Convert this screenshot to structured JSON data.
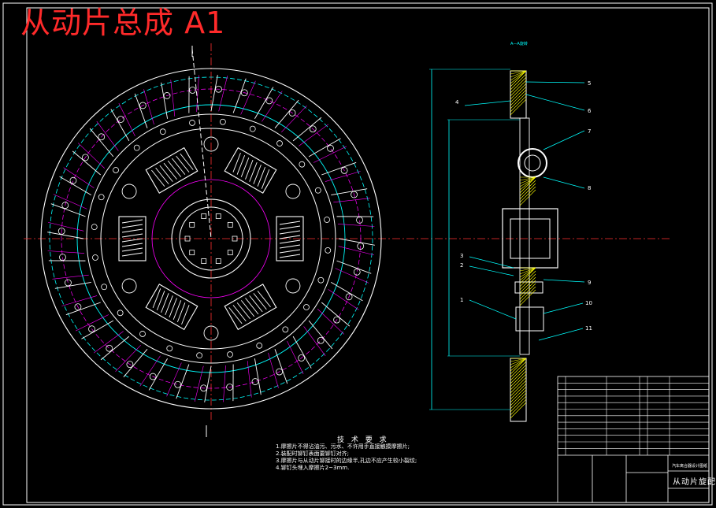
{
  "title": "从动片总成 A1",
  "section_label": "A—A旋转",
  "tech_requirements": {
    "heading": "技 术 要 求",
    "items": [
      "1.摩擦片不得沾油污、污水、不许用手直接触摸摩擦片;",
      "2.装配时铆钉表面要铆钉对齐;",
      "3.摩擦片与从动片铆接时的边缘半,孔边不应产生较小裂纹;",
      "4.铆钉头埋入摩擦片2~3mm."
    ]
  },
  "title_block": {
    "drawing_name": "从动片旋配",
    "subtitle": "汽车离合器设计图纸"
  },
  "part_labels": [
    "5",
    "6",
    "4",
    "7",
    "8",
    "3",
    "2",
    "9",
    "1",
    "10",
    "11"
  ],
  "colors": {
    "background": "#000000",
    "outline": "#ffffff",
    "pitch": "#00ffff",
    "construction": "#ff00ff",
    "centerline": "#ff3030",
    "title": "#ff2a2a",
    "hatch": "#ffff00"
  }
}
